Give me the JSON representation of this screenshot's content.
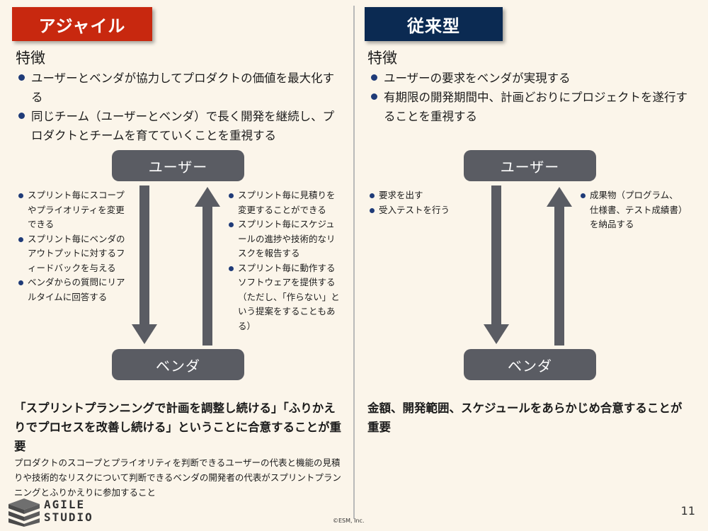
{
  "agile": {
    "header": "アジャイル",
    "subtitle": "特徴",
    "bullets": [
      "ユーザーとベンダが協力してプロダクトの価値を最大化する",
      "同じチーム（ユーザーとベンダ）で長く開発を継続し、プロダクトとチームを育てていくことを重視する"
    ],
    "top_box": "ユーザー",
    "bottom_box": "ベンダ",
    "left_notes": [
      "スプリント毎にスコープやプライオリティを変更できる",
      "スプリント毎にベンダのアウトプットに対するフィードバックを与える",
      "ベンダからの質問にリアルタイムに回答する"
    ],
    "right_notes": [
      "スプリント毎に見積りを変更することができる",
      "スプリント毎にスケジュールの進捗や技術的なリスクを報告する",
      "スプリント毎に動作するソフトウェアを提供する（ただし、「作らない」という提案をすることもある）"
    ],
    "conclusion": "「スプリントプランニングで計画を調整し続ける」「ふりかえりでプロセスを改善し続ける」ということに合意することが重要",
    "note": "プロダクトのスコープとプライオリティを判断できるユーザーの代表と機能の見積りや技術的なリスクについて判断できるベンダの開発者の代表がスプリントプランニングとふりかえりに参加すること"
  },
  "traditional": {
    "header": "従来型",
    "subtitle": "特徴",
    "bullets": [
      "ユーザーの要求をベンダが実現する",
      "有期限の開発期間中、計画どおりにプロジェクトを遂行することを重視する"
    ],
    "top_box": "ユーザー",
    "bottom_box": "ベンダ",
    "left_notes": [
      "要求を出す",
      "受入テストを行う"
    ],
    "right_notes": [
      "成果物（プログラム、仕様書、テスト成績書）を納品する"
    ],
    "conclusion": "金額、開発範囲、スケジュールをあらかじめ合意することが重要"
  },
  "footer": {
    "logo_line1": "AGILE",
    "logo_line2": "STUDIO",
    "copyright": "©ESM, Inc.",
    "page_number": "11"
  },
  "colors": {
    "agile_header": "#c8280f",
    "traditional_header": "#0b2a52",
    "box": "#5a5c63",
    "arrow": "#5a5c63",
    "bullet": "#1f3b78",
    "background": "#fbf5ea"
  }
}
